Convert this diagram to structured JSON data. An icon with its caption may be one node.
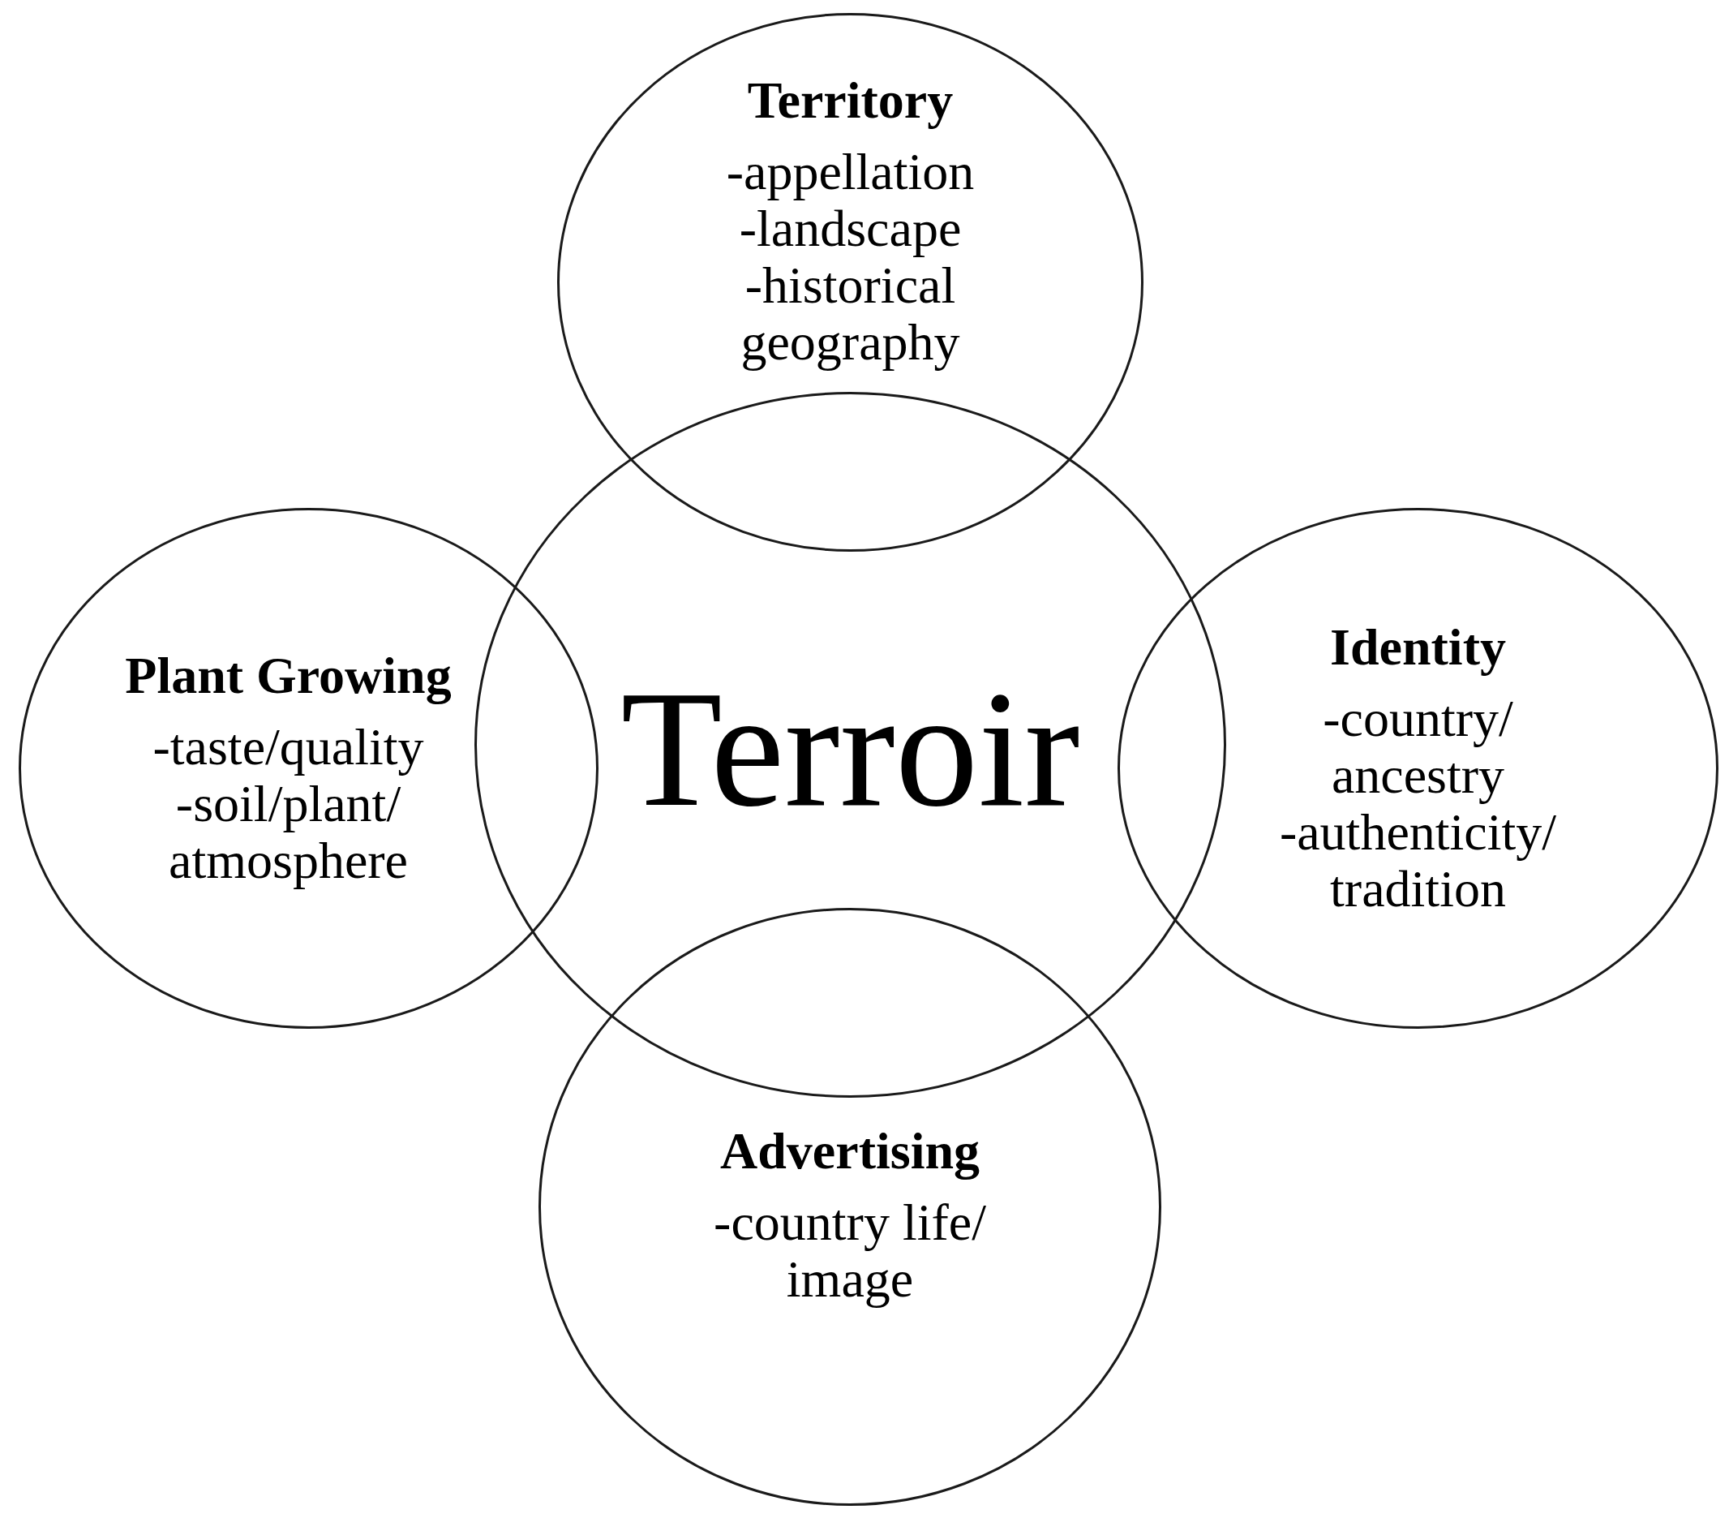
{
  "diagram": {
    "nodes": [
      {
        "text": [
          "Territory",
          "-appellation",
          "-landscape",
          "-historical geography"
        ]
      },
      {
        "text": [
          "Plant Growing",
          "-taste/quality",
          "-soil/plant/ atmosphere"
        ]
      },
      {
        "text": [
          "Terroir"
        ]
      },
      {
        "text": [
          "Identity",
          "-country/ ancestry",
          "-authenticity/ tradition"
        ]
      },
      {
        "text": [
          "Advertising",
          "-country life/ image"
        ]
      }
    ]
  }
}
